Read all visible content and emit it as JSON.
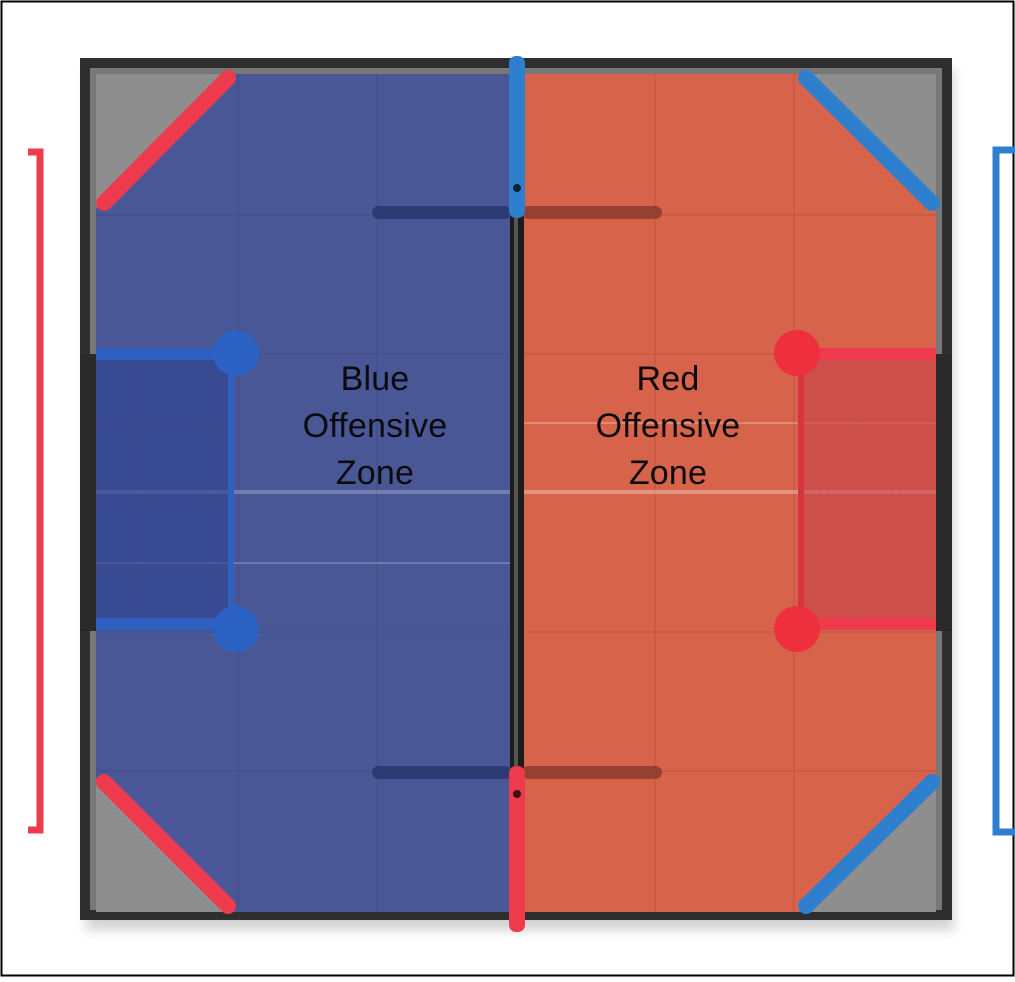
{
  "zones": {
    "blue": {
      "lines": [
        "Blue",
        "Offensive",
        "Zone"
      ]
    },
    "red": {
      "lines": [
        "Red",
        "Offensive",
        "Zone"
      ]
    }
  },
  "colors": {
    "blue_zone": "#4a5797",
    "red_zone": "#d7634a",
    "blue_accent": "#2f7fcf",
    "red_accent": "#ee3a4d",
    "frame": "#3a3a3a",
    "corner_gray": "#8f8f8f",
    "outline": "#000000"
  }
}
